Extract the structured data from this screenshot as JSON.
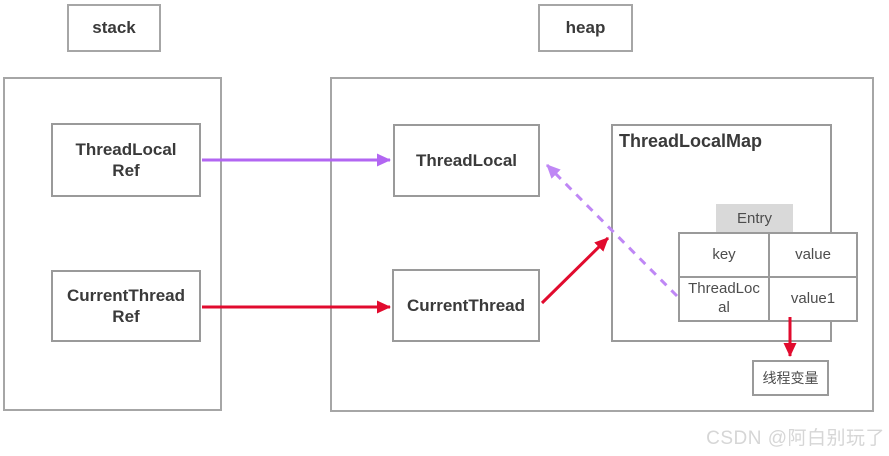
{
  "region_labels": {
    "stack": "stack",
    "heap": "heap"
  },
  "stack": {
    "thread_local_ref": "ThreadLocal Ref",
    "current_thread_ref": "CurrentThread Ref"
  },
  "heap": {
    "thread_local": "ThreadLocal",
    "current_thread": "CurrentThread",
    "thread_local_map": {
      "title": "ThreadLocalMap",
      "entry_label": "Entry",
      "table": {
        "headers": [
          "key",
          "value"
        ],
        "rows": [
          [
            "ThreadLocal",
            "value1"
          ]
        ]
      }
    },
    "thread_variable": "线程变量"
  },
  "watermark": "CSDN @阿白别玩了",
  "colors": {
    "purple": "#b266f2",
    "purple_dashed": "#bf87f5",
    "red": "#e10b2e",
    "box_border": "#9a9a9a",
    "entry_bg": "#d9d9d9",
    "watermark_gray": "#d6d6d6",
    "text_dark": "#3a3a3a"
  }
}
